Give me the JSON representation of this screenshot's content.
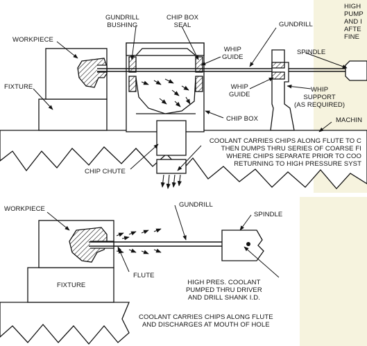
{
  "top": {
    "labels": {
      "gundrill_bushing": "GUNDRILL\nBUSHING",
      "chip_box_seal": "CHIP BOX\nSEAL",
      "gundrill": "GUNDRILL",
      "workpiece": "WORKPIECE",
      "whip_guide_upper": "WHIP\nGUIDE",
      "spindle": "SPINDLE",
      "fixture": "FIXTURE",
      "whip_guide_lower": "WHIP\nGUIDE",
      "whip_support": "WHIP\nSUPPORT\n(AS REQUIRED)",
      "chip_box": "CHIP BOX",
      "machine": "MACHIN",
      "chip_chute": "CHIP CHUTE",
      "coolant_note": "COOLANT CARRIES CHIPS ALONG FLUTE TO C\nTHEN DUMPS THRU SERIES OF COARSE FI\nWHERE CHIPS SEPARATE PRIOR TO COO\nRETURNING TO HIGH PRESSURE SYST",
      "corner_note": "HIGH\nPUMP\nAND I\nAFTE\nFINE"
    }
  },
  "bottom": {
    "labels": {
      "workpiece": "WORKPIECE",
      "gundrill": "GUNDRILL",
      "spindle": "SPINDLE",
      "flute": "FLUTE",
      "fixture": "FIXTURE",
      "coolant_note": "HIGH PRES. COOLANT\nPUMPED THRU DRIVER\nAND DRILL SHANK I.D.",
      "chips_note": "COOLANT CARRIES CHIPS ALONG FLUTE\nAND DISCHARGES AT MOUTH OF HOLE"
    }
  }
}
